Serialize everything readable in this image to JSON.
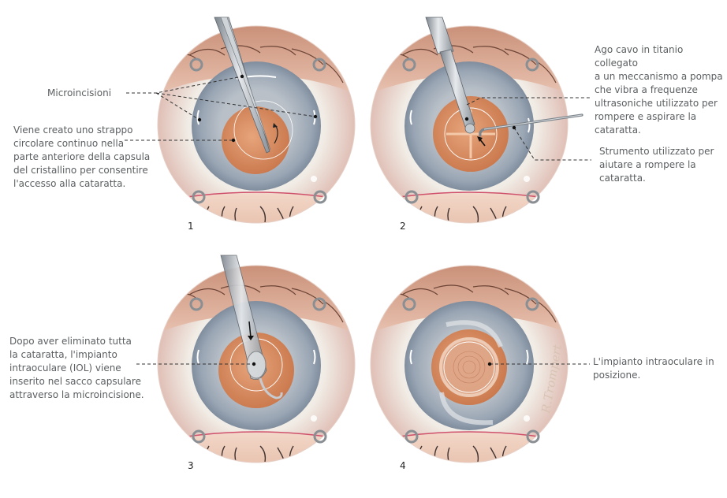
{
  "figure": {
    "panels": [
      {
        "number": "1"
      },
      {
        "number": "2"
      },
      {
        "number": "3"
      },
      {
        "number": "4"
      }
    ],
    "labels": {
      "microincisions": "Microincisioni",
      "capsulorhexis": "Viene creato uno strappo\ncircolare continuo nella\nparte anteriore della capsula\ndel cristallino per consentire\nl'accesso alla cataratta.",
      "phaco_needle": "Ago cavo in titanio collegato\na un meccanismo a pompa\nche vibra a frequenze\nultrasoniche utilizzato per\nrompere e aspirare la\ncataratta.",
      "chopper": "Strumento utilizzato per\naiutare a rompere la\ncataratta.",
      "iol_insertion": "Dopo aver eliminato tutta\nla cataratta, l'impianto\nintraoculare (IOL) viene\ninserito nel sacco capsulare\nattraverso la microincisione.",
      "iol_in_place": "L'impianto intraoculare in\nposizione."
    },
    "signature": "R.Trompert",
    "colors": {
      "sclera": "#f3efe9",
      "iris": "#8f9cab",
      "pupil": "#d98a5c",
      "eyelid": "#d9a48c",
      "instrument": "#a7adb3",
      "leader": "#333333"
    }
  }
}
